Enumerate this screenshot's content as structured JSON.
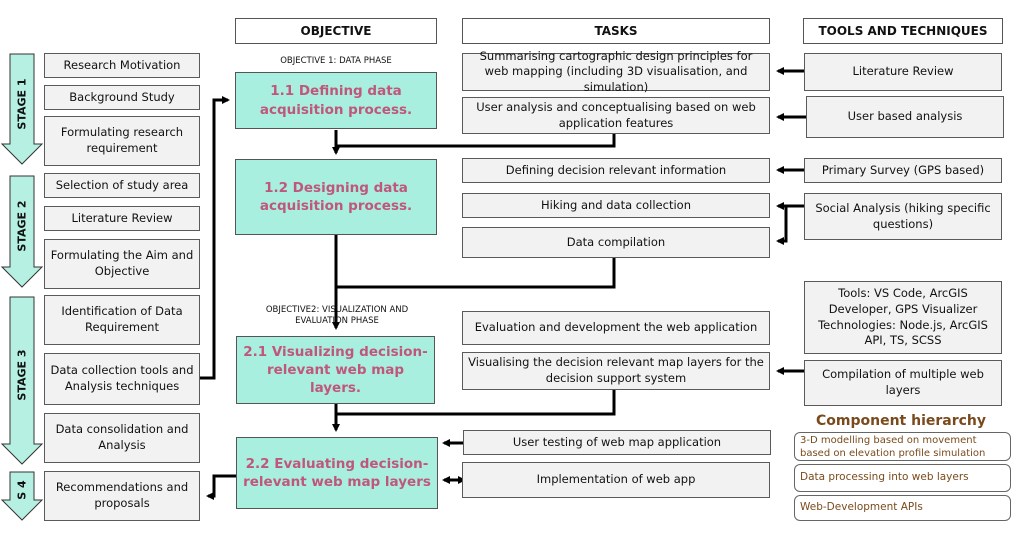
{
  "headers": {
    "objective": "OBJECTIVE",
    "tasks": "TASKS",
    "tools": "TOOLS AND TECHNIQUES"
  },
  "stages": [
    "STAGE 1",
    "STAGE 2",
    "STAGE 3",
    "S 4"
  ],
  "steps": [
    "Research Motivation",
    "Background Study",
    "Formulating research requirement",
    "Selection of study area",
    "Literature Review",
    "Formulating the Aim and Objective",
    "Identification of Data Requirement",
    "Data collection tools and Analysis techniques",
    "Data consolidation and Analysis",
    "Recommendations and proposals"
  ],
  "phases": {
    "p1": "OBJECTIVE 1: DATA PHASE",
    "p2": "OBJECTIVE2: VISUALIZATION AND EVALUATION PHASE"
  },
  "objectives": [
    "1.1 Defining data acquisition process.",
    "1.2 Designing data acquisition process.",
    "2.1 Visualizing decision-relevant web map layers.",
    "2.2 Evaluating decision-relevant web map layers"
  ],
  "tasks": [
    "Summarising cartographic design principles for web mapping (including 3D visualisation, and simulation)",
    "User analysis and conceptualising based on web application features",
    "Defining decision relevant information",
    "Hiking and data collection",
    "Data compilation",
    "Evaluation and development the web application",
    "Visualising the decision relevant map layers for the decision support system",
    "User testing of web map application",
    "Implementation of web app"
  ],
  "tools": [
    "Literature Review",
    "User based analysis",
    "Primary Survey (GPS based)",
    "Social Analysis (hiking specific questions)",
    "Tools: VS Code, ArcGIS Developer, GPS Visualizer Technologies: Node.js, ArcGIS API, TS, SCSS",
    "Compilation of multiple web layers"
  ],
  "legend": {
    "title": "Component hierarchy",
    "items": [
      "3-D modelling based on movement based on elevation profile simulation",
      "Data processing into web layers",
      "Web-Development APIs"
    ]
  },
  "colors": {
    "objective_fill": "#a9efe0",
    "objective_text": "#c0577a",
    "stage_arrow": "#b5f0e2",
    "legend_text": "#7a4a1c"
  }
}
